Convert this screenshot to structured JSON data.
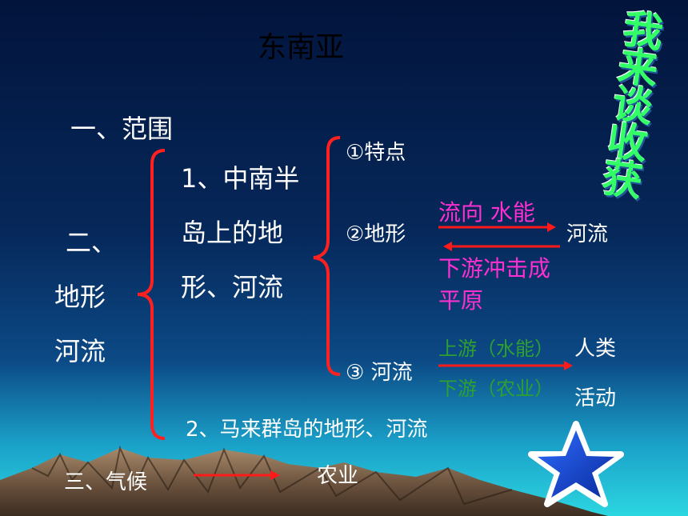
{
  "title": "东南亚",
  "stamp_chars": [
    "我",
    "来",
    "谈",
    "收",
    "获"
  ],
  "section1": "一、范围",
  "section2_lines": [
    "二、",
    "地形",
    "河流"
  ],
  "sub1_lines": [
    "1、中南半",
    "岛上的地",
    "形、河流"
  ],
  "points": {
    "p1": "①特点",
    "p2": "②地形",
    "p3": "③ 河流"
  },
  "flow1": {
    "top_label": "流向  水能",
    "target": "河流",
    "bottom_lines": [
      "下游冲击成",
      "平原"
    ]
  },
  "flow2": {
    "upper": "上游（水能）",
    "lower": "下游（农业）",
    "target_lines": [
      "人类",
      "活动"
    ]
  },
  "sub2": "2、马来群岛的地形、河流",
  "section3": "三、气候",
  "section3_target": "农业",
  "colors": {
    "arrow": "#ff1a1a",
    "brace": "#ff2020",
    "magenta": "#ff2fd0",
    "green": "#2fa02f",
    "stamp": "#33ff66"
  },
  "icons": [
    "star-icon"
  ]
}
